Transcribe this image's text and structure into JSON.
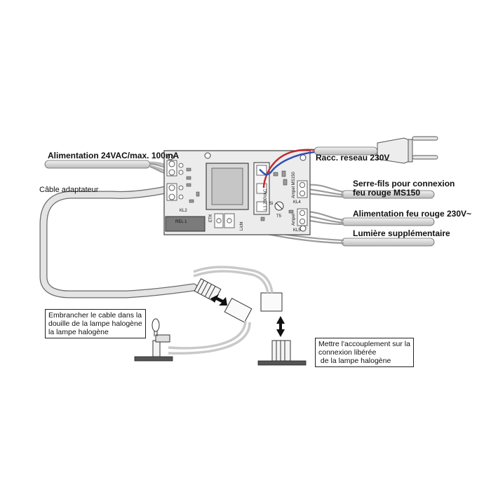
{
  "labels": {
    "supply_24v": "Alimentation 24VAC/max. 100mA",
    "adapter_cable": "Câble adaptateur",
    "mains": "Racc. reseau 230V",
    "clamp_line1": "Serre-fils pour connexion",
    "clamp_line2": "feu rouge MS150",
    "red_light_supply": "Alimentation feu rouge 230V~",
    "extra_light": "Lumière supplémentaire"
  },
  "notes": {
    "left": [
      "Embrancher le cable dans la",
      "douille de la lampe halogène",
      "la lampe halogène"
    ],
    "right": [
      "Mettre l'accouplement sur la",
      "connexion libérée",
      " de la lampe halogène"
    ]
  },
  "board": {
    "rel1": "REL 1",
    "kl2": "KL2",
    "kl4": "KL4",
    "kl5": "KL5",
    "t5": "T5",
    "si": "Si",
    "licht": "Licht",
    "mains_terminal": "L1  230VAC",
    "ampel_ms150": "Ampel MS150",
    "ampel": "Ampel",
    "etk": "ETK"
  },
  "colors": {
    "background": "#ffffff",
    "board_fill": "#ececec",
    "wire_gray": "#c9c9c9",
    "wire_red": "#c0282c",
    "wire_blue": "#2f4fb5"
  }
}
